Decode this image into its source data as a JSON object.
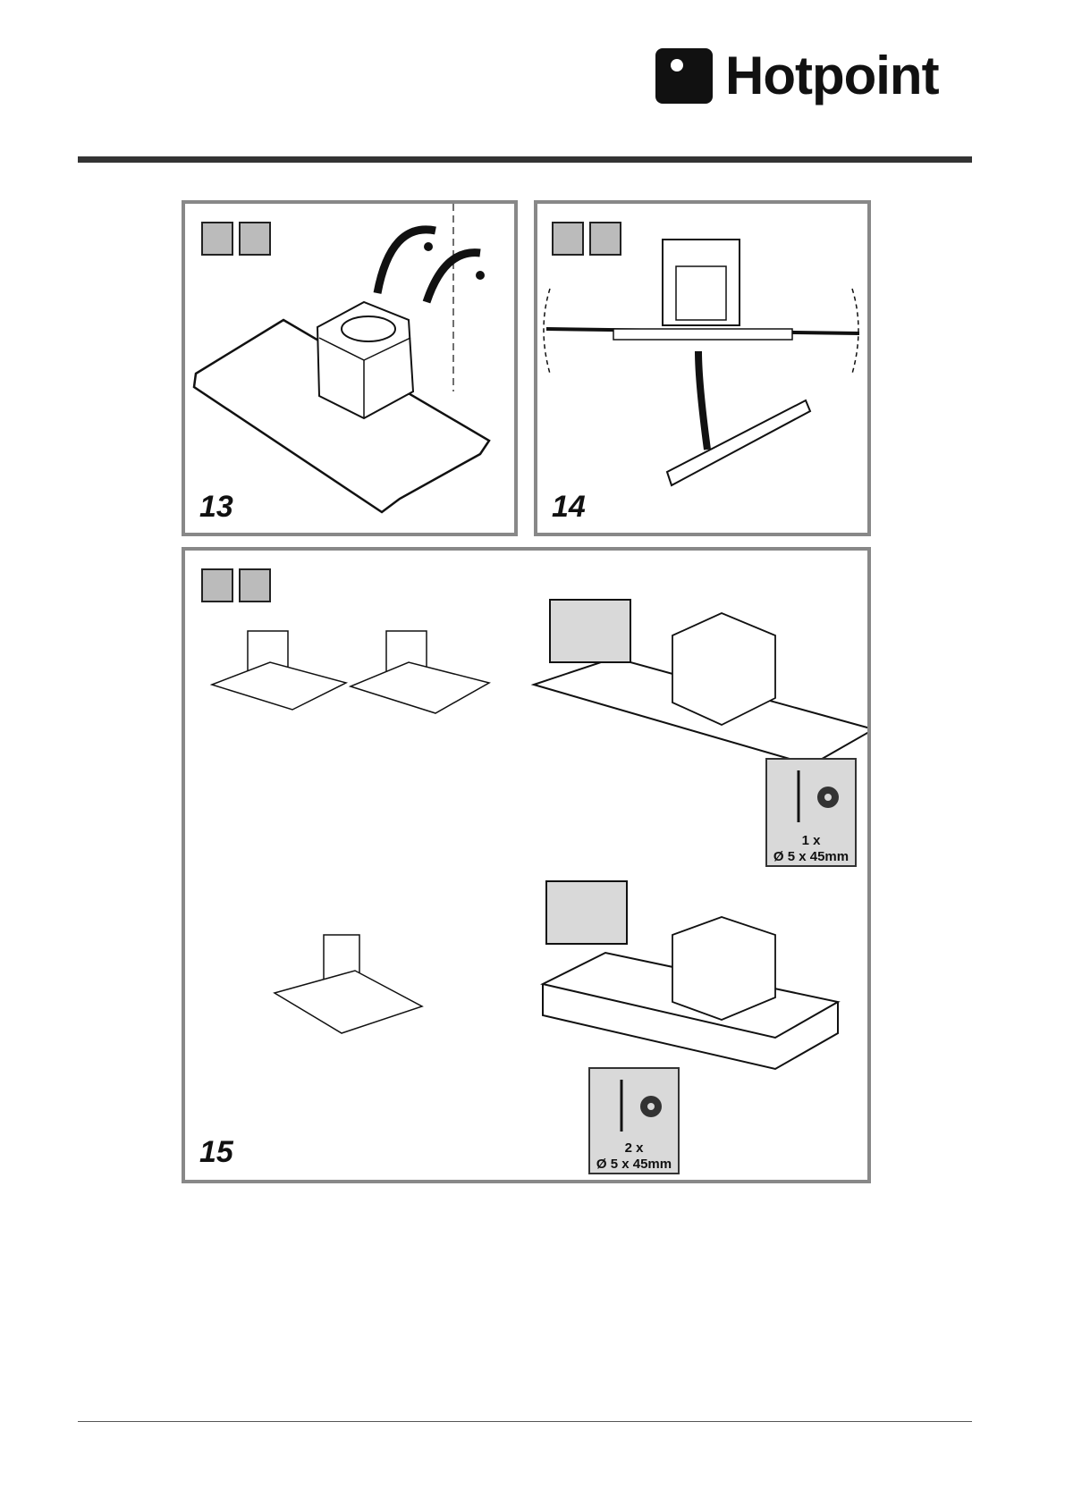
{
  "brand": {
    "name": "Hotpoint"
  },
  "panels": [
    {
      "id": "13",
      "number": "13"
    },
    {
      "id": "14",
      "number": "14"
    },
    {
      "id": "15",
      "number": "15"
    }
  ],
  "callouts": {
    "screw_single": {
      "qty": "1 x",
      "size": "Ø 5 x 45mm"
    },
    "screw_double": {
      "qty": "2 x",
      "size": "Ø 5 x 45mm"
    }
  },
  "icons": [
    "recirculation-icon",
    "extraction-icon"
  ]
}
